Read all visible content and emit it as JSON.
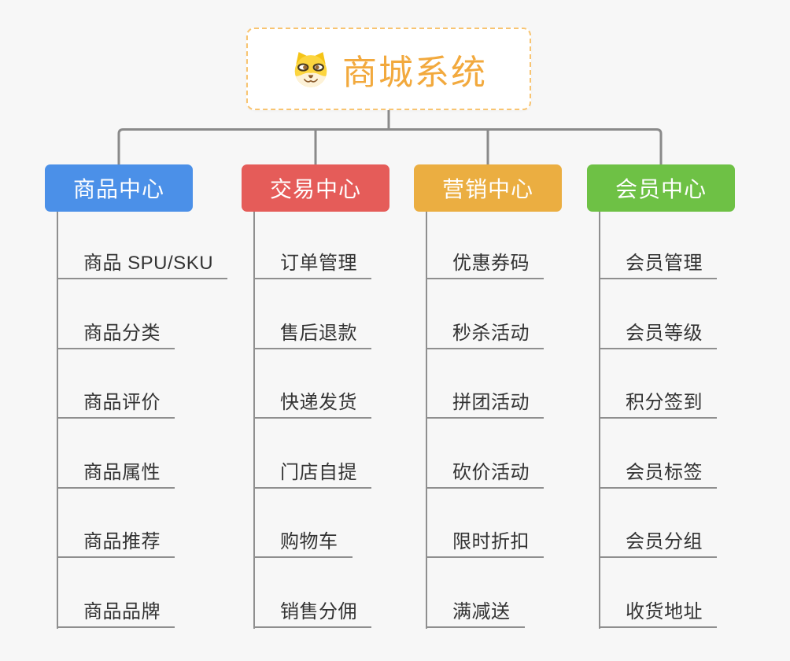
{
  "background": "#f7f7f7",
  "connector_color": "#8a8a8a",
  "leaf_line_color": "#8f8f8f",
  "root": {
    "title": "商城系统",
    "icon": "doge-icon",
    "text_color": "#f2a93d",
    "border_color": "#f8c471"
  },
  "branches": [
    {
      "label": "商品中心",
      "color": "#4b90e8",
      "children": [
        "商品 SPU/SKU",
        "商品分类",
        "商品评价",
        "商品属性",
        "商品推荐",
        "商品品牌"
      ]
    },
    {
      "label": "交易中心",
      "color": "#e55c59",
      "children": [
        "订单管理",
        "售后退款",
        "快递发货",
        "门店自提",
        "购物车",
        "销售分佣"
      ]
    },
    {
      "label": "营销中心",
      "color": "#ebae41",
      "children": [
        "优惠券码",
        "秒杀活动",
        "拼团活动",
        "砍价活动",
        "限时折扣",
        "满减送"
      ]
    },
    {
      "label": "会员中心",
      "color": "#6ec145",
      "children": [
        "会员管理",
        "会员等级",
        "积分签到",
        "会员标签",
        "会员分组",
        "收货地址"
      ]
    }
  ]
}
